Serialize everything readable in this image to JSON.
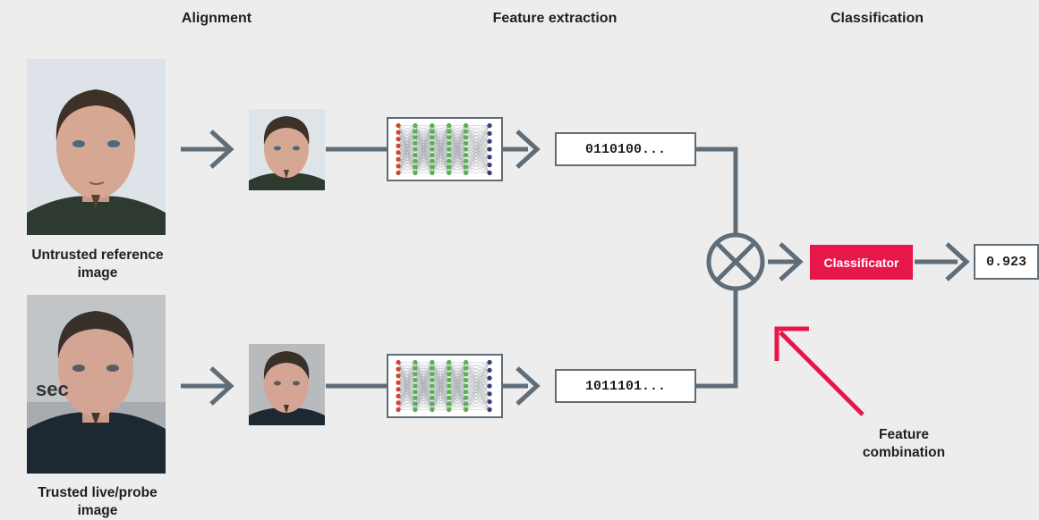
{
  "headers": {
    "alignment": "Alignment",
    "feature_extraction": "Feature extraction",
    "classification": "Classification"
  },
  "captions": {
    "reference_line1": "Untrusted reference",
    "reference_line2": "image",
    "probe_line1": "Trusted live/probe",
    "probe_line2": "image",
    "combination_line1": "Feature",
    "combination_line2": "combination"
  },
  "feature_codes": {
    "reference": "0110100...",
    "probe": "1011101..."
  },
  "classifier_label": "Classificator",
  "score": "0.923",
  "probe_photo_text": "sec",
  "icons": [
    "arrow-right-icon",
    "combine-circle-x-icon",
    "neural-network-icon",
    "annotation-arrow-icon"
  ],
  "colors": {
    "background": "#ededed",
    "connector": "#5f6d79",
    "accent": "#e8174b",
    "text": "#1f1f1f"
  }
}
